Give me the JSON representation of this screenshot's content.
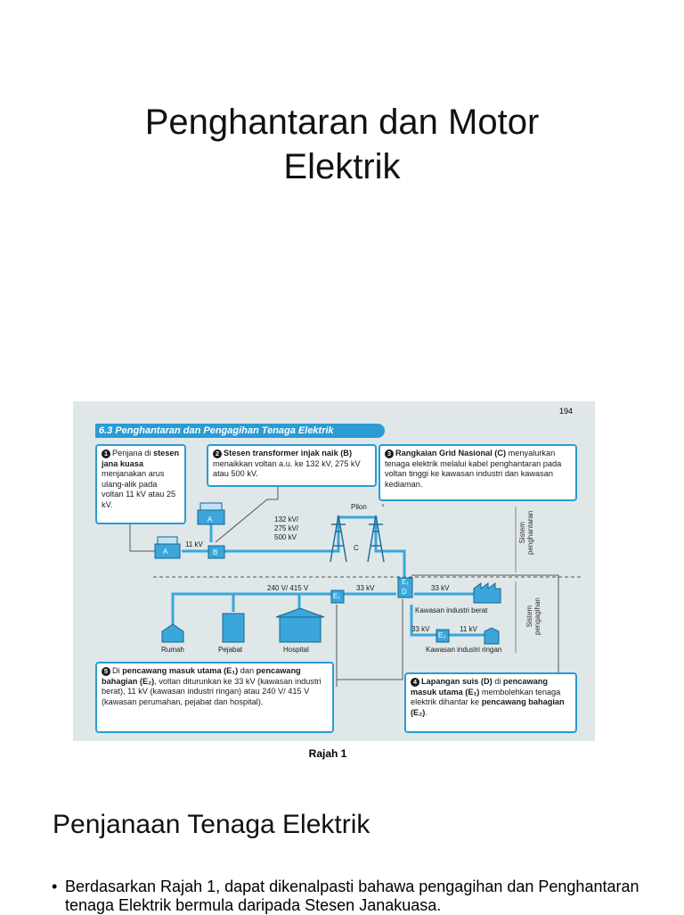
{
  "title": {
    "line1": "Penghantaran dan Motor",
    "line2": "Elektrik"
  },
  "figure": {
    "page_number": "194",
    "banner": "6.3 Penghantaran dan Pengagihan Tenaga Elektrik",
    "box1": {
      "num": "1",
      "text_a": "Penjana di",
      "text_b": "stesen jana kuasa",
      "text_c": "menjanakan arus ulang-alik pada voltan 11 kV atau 25 kV."
    },
    "box2": {
      "num": "2",
      "heading": "Stesen transformer injak naik",
      "text_a": "(B)",
      "text_b": "menaikkan voltan a.u. ke 132 kV, 275 kV atau 500 kV."
    },
    "box3": {
      "num": "3",
      "heading": "Rangkaian Grid Nasional (C)",
      "text": "menyalurkan tenaga elektrik melalui kabel penghantaran pada voltan tinggi ke kawasan industri dan kawasan kediaman."
    },
    "box5": {
      "num": "5",
      "text_a": "Di",
      "text_b": "pencawang masuk utama (E₁)",
      "text_c": "dan",
      "text_d": "pencawang bahagian (E₂)",
      "text_e": ", voltan diturunkan ke 33 kV (kawasan industri berat), 11 kV (kawasan industri ringan) atau 240 V/ 415 V (kawasan perumahan, pejabat dan hospital)."
    },
    "box4": {
      "num": "4",
      "text_a": "Lapangan suis (D)",
      "text_b": "di",
      "text_c": "pencawang masuk utama (E₁)",
      "text_d": "membolehkan tenaga elektrik dihantar ke",
      "text_e": "pencawang bahagian (E₂)",
      "text_f": "."
    },
    "labels": {
      "A": "A",
      "B": "B",
      "C": "C",
      "D": "D",
      "E1": "E₁",
      "E2": "E₂",
      "v11": "11 kV",
      "v132": "132 kV/",
      "v275": "275 kV/",
      "v500": "500 kV",
      "pilon": "Pilon",
      "v240": "240 V/ 415 V",
      "v33a": "33 kV",
      "v33b": "33 kV",
      "v33c": "33 kV",
      "v11b": "11 kV",
      "heavy": "Kawasan industri berat",
      "light": "Kawasan industri ringan",
      "rumah": "Rumah",
      "pejabat": "Pejabat",
      "hospital": "Hospital",
      "sys_trans_a": "Sistem",
      "sys_trans_b": "penghantaran",
      "sys_dist_a": "Sistem",
      "sys_dist_b": "pengagihan"
    }
  },
  "caption": "Rajah 1",
  "section_heading": "Penjanaan Tenaga Elektrik",
  "bullet": {
    "marker": "•",
    "text": "Berdasarkan Rajah 1, dapat dikenalpasti bahawa pengagihan dan Penghantaran tenaga Elektrik bermula daripada Stesen Janakuasa."
  },
  "colors": {
    "accent": "#2a9bd4",
    "cable": "#3aa6dc",
    "figure_bg": "#dfe7e9"
  }
}
